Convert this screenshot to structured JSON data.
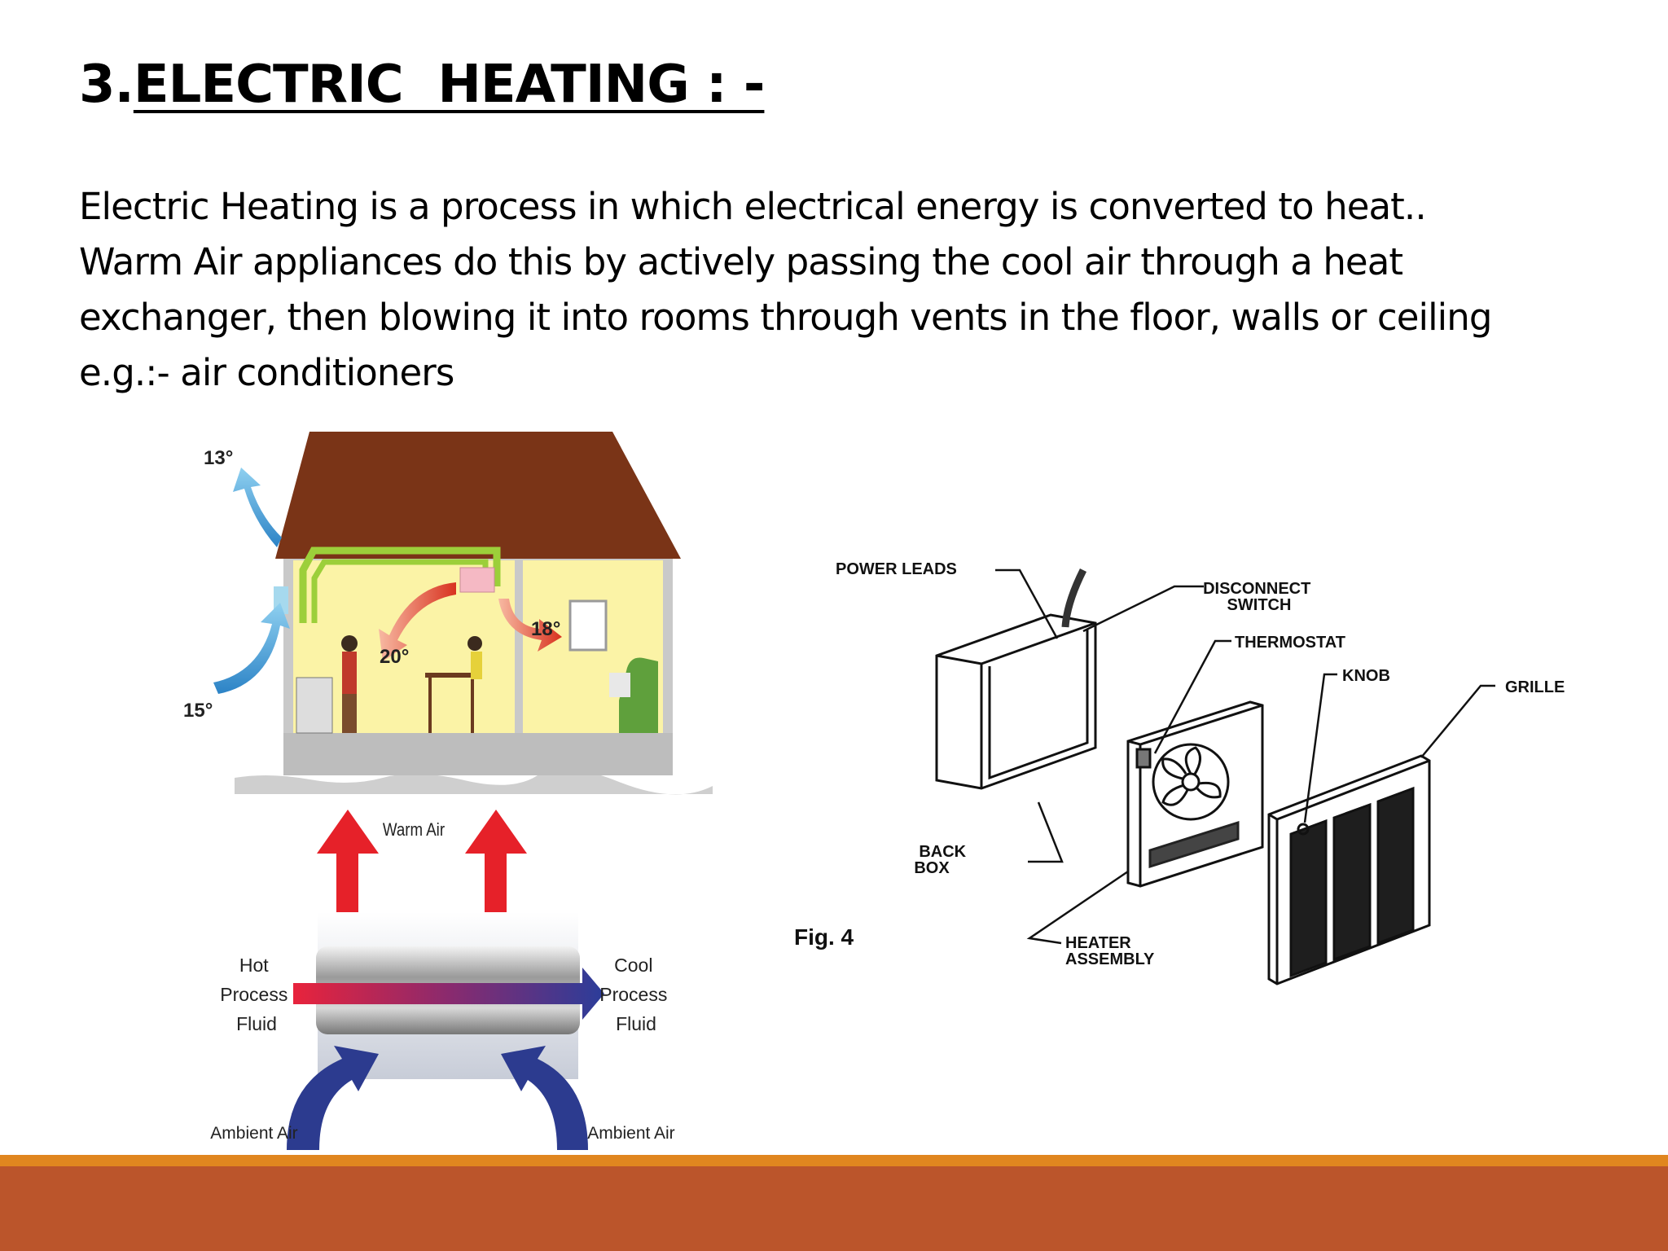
{
  "slide": {
    "title_prefix": "3.",
    "title_main": "ELECTRIC  HEATING : -",
    "body_lines": [
      "Electric Heating is a process in which electrical energy is converted to heat..",
      "Warm Air appliances do this by actively passing the cool air through a heat",
      "exchanger, then blowing it into rooms through vents in the floor, walls or ceiling",
      "e.g.:- air conditioners"
    ]
  },
  "house_figure": {
    "temps": {
      "outside_top": "13°",
      "outside_bottom": "15°",
      "room_left": "20°",
      "room_right": "18°"
    }
  },
  "exchanger_figure": {
    "warm_air": "Warm Air",
    "hot_fluid": [
      "Hot",
      "Process",
      "Fluid"
    ],
    "cool_fluid": [
      "Cool",
      "Process",
      "Fluid"
    ],
    "ambient_left": "Ambient Air",
    "ambient_right": "Ambient Air"
  },
  "heater_figure": {
    "fig_label": "Fig. 4",
    "power_leads": "POWER LEADS",
    "disconnect_switch": [
      "DISCONNECT",
      "SWITCH"
    ],
    "thermostat": "THERMOSTAT",
    "knob": "KNOB",
    "grille": "GRILLE",
    "back_box": [
      "BACK",
      "BOX"
    ],
    "heater_assembly": [
      "HEATER",
      "ASSEMBLY"
    ]
  },
  "colors": {
    "roof": "#7a3417",
    "wall": "#fbf3a6",
    "footer_bar": "#bb552b",
    "footer_stripe": "#e0861f"
  }
}
